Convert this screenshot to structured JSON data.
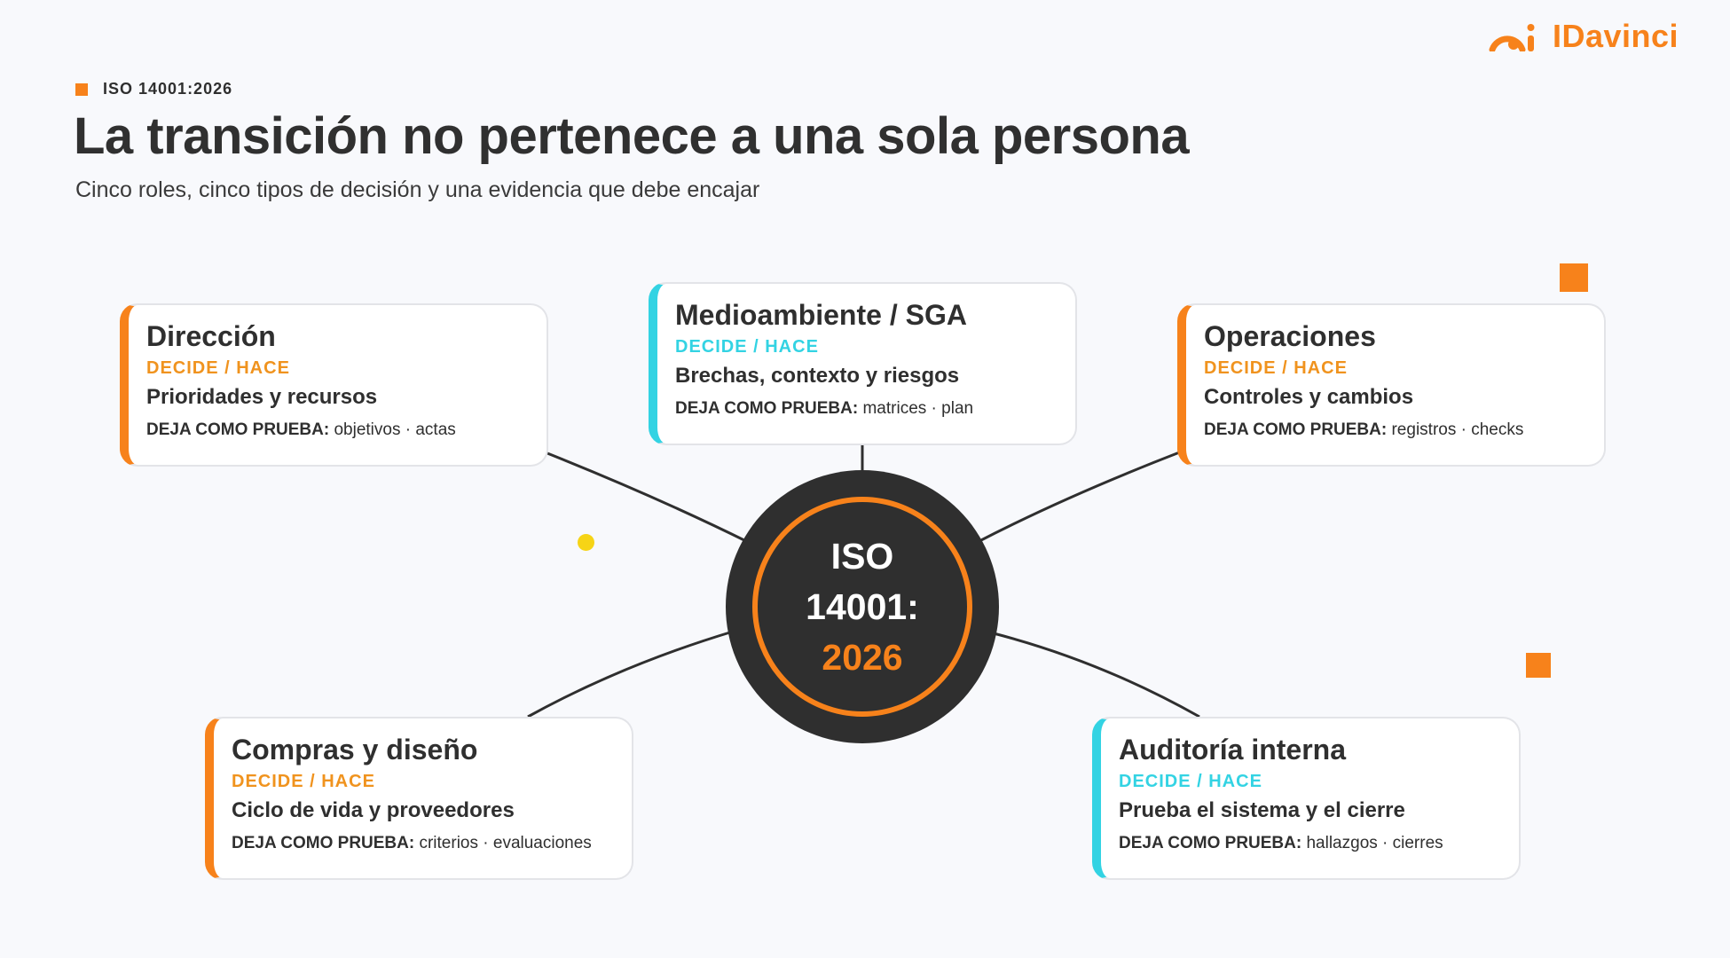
{
  "header": {
    "eyebrow": "ISO 14001:2026",
    "title": "La transición no pertenece a una sola persona",
    "subtitle": "Cinco roles, cinco tipos de decisión y una evidencia que debe encajar"
  },
  "logo": {
    "text": "IDavinci",
    "icon": "idavinci-logo-icon"
  },
  "hub": {
    "line1": "ISO",
    "line2": "14001:",
    "line3": "2026"
  },
  "evidence_label": "DEJA COMO PRUEBA:",
  "roles": [
    {
      "title": "Dirección",
      "tag": "DECIDE / HACE",
      "desc": "Prioridades y recursos",
      "evidence": "objetivos · actas",
      "accent": "#f7821b"
    },
    {
      "title": "Medioambiente / SGA",
      "tag": "DECIDE / HACE",
      "desc": "Brechas, contexto y riesgos",
      "evidence": "matrices · plan",
      "accent": "#33d3e3"
    },
    {
      "title": "Operaciones",
      "tag": "DECIDE / HACE",
      "desc": "Controles y cambios",
      "evidence": "registros · checks",
      "accent": "#f7821b"
    },
    {
      "title": "Compras y diseño",
      "tag": "DECIDE / HACE",
      "desc": "Ciclo de vida y proveedores",
      "evidence": "criterios · evaluaciones",
      "accent": "#f7821b"
    },
    {
      "title": "Auditoría interna",
      "tag": "DECIDE / HACE",
      "desc": "Prueba el sistema y el cierre",
      "evidence": "hallazgos · cierres",
      "accent": "#33d3e3"
    }
  ],
  "colors": {
    "accent": "#f7821b",
    "teal": "#33d3e3",
    "dark": "#2f2f2f",
    "dot": "#f6d416",
    "background": "#f8f9fc"
  }
}
